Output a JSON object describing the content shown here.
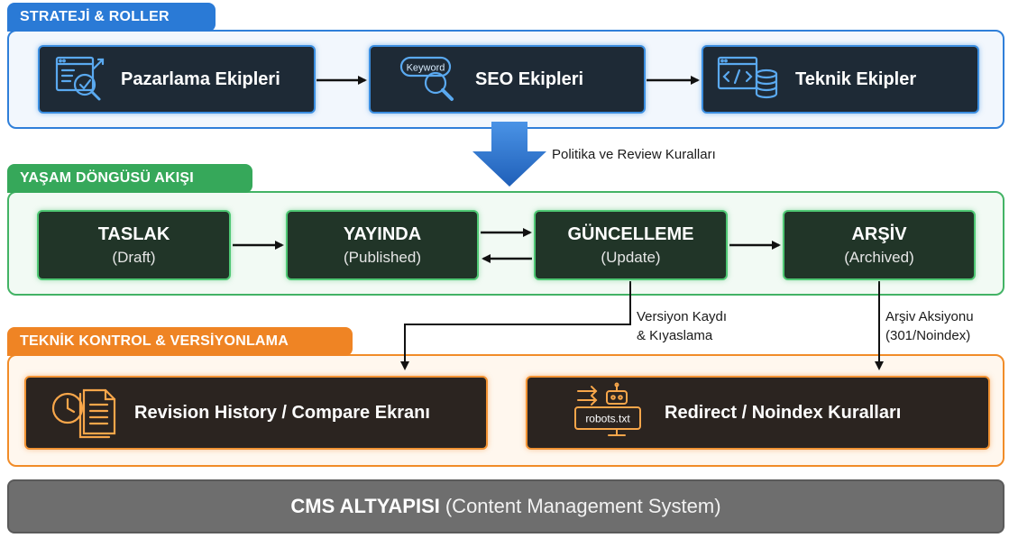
{
  "sections": {
    "strategy": {
      "label": "STRATEJİ & ROLLER"
    },
    "lifecycle": {
      "label": "YAŞAM DÖNGÜSÜ AKIŞI"
    },
    "technical": {
      "label": "TEKNİK KONTROL & VERSİYONLAMA"
    }
  },
  "roles": [
    {
      "label": "Pazarlama Ekipleri",
      "icon": "marketing-analytics-icon"
    },
    {
      "label": "SEO Ekipleri",
      "icon": "keyword-search-icon",
      "icon_text": "Keyword"
    },
    {
      "label": "Teknik Ekipler",
      "icon": "code-database-icon"
    }
  ],
  "policy_label": "Politika ve Review Kuralları",
  "lifecycle": [
    {
      "title": "TASLAK",
      "subtitle": "(Draft)"
    },
    {
      "title": "YAYINDA",
      "subtitle": "(Published)"
    },
    {
      "title": "GÜNCELLEME",
      "subtitle": "(Update)"
    },
    {
      "title": "ARŞİV",
      "subtitle": "(Archived)"
    }
  ],
  "annotations": {
    "version": [
      "Versiyon Kaydı",
      "& Kıyaslama"
    ],
    "archive": [
      "Arşiv Aksiyonu",
      "(301/Noindex)"
    ]
  },
  "technical": [
    {
      "label": "Revision History / Compare Ekranı",
      "icon": "clock-document-icon"
    },
    {
      "label": "Redirect / Noindex Kuralları",
      "icon": "robot-robots-txt-icon",
      "icon_text": "robots.txt"
    }
  ],
  "cms": {
    "bold": "CMS ALTYAPISI",
    "rest": "(Content Management System)"
  },
  "colors": {
    "blue": "#2a7ad6",
    "green": "#36a85a",
    "orange": "#ef8424",
    "gray": "#6e6e6e"
  }
}
